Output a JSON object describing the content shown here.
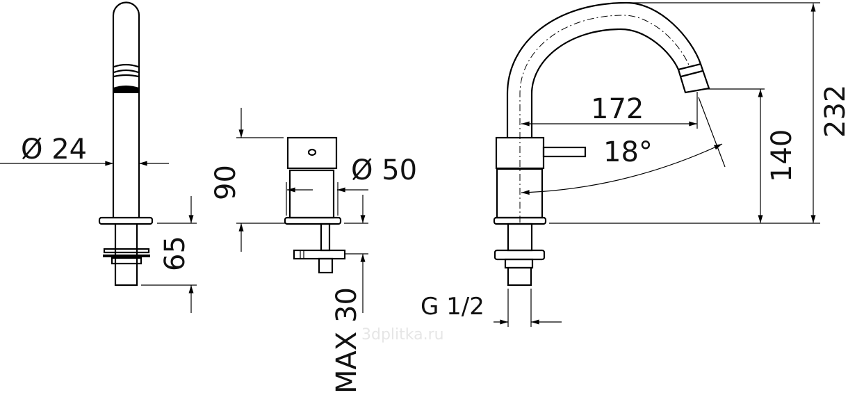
{
  "drawing": {
    "spout_view": {
      "diameter_label": "Ø 24",
      "height_label": "65"
    },
    "handle_view": {
      "height_label": "90",
      "diameter_label": "Ø 50",
      "max_label": "MAX 30"
    },
    "side_view": {
      "reach_label": "172",
      "angle_label": "18°",
      "outlet_height_label": "140",
      "total_height_label": "232",
      "thread_label": "G 1/2"
    },
    "watermark": "3dplitka.ru"
  }
}
